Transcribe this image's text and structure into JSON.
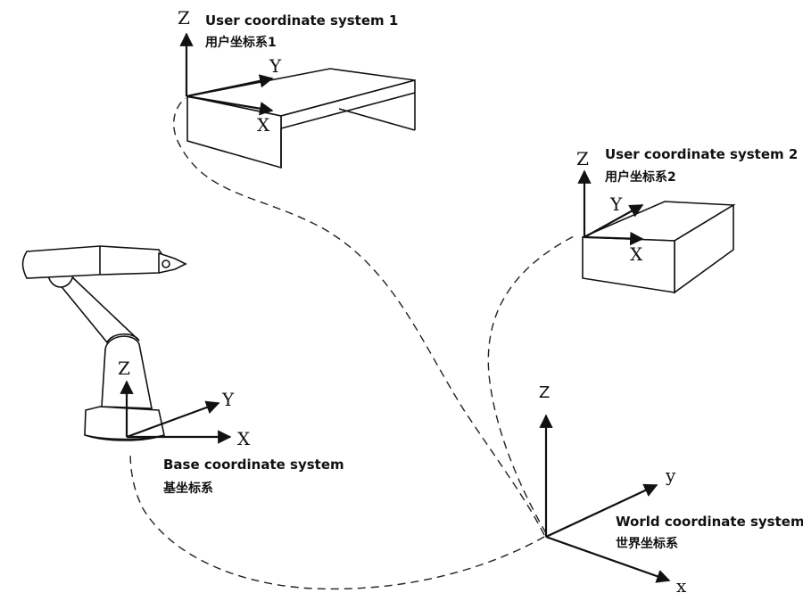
{
  "user_cs1": {
    "label_en": "User coordinate system 1",
    "label_cn": "用户坐标系1",
    "z": "Z",
    "y": "Y",
    "x": "X"
  },
  "user_cs2": {
    "label_en": "User coordinate system 2",
    "label_cn": "用户坐标系2",
    "z": "Z",
    "y": "Y",
    "x": "X"
  },
  "base_cs": {
    "label_en": "Base coordinate system",
    "label_cn": "基坐标系",
    "z": "Z",
    "y": "Y",
    "x": "X"
  },
  "world_cs": {
    "label_en": "World coordinate system",
    "label_cn": "世界坐标系",
    "z": "Z",
    "y": "y",
    "x": "x"
  }
}
